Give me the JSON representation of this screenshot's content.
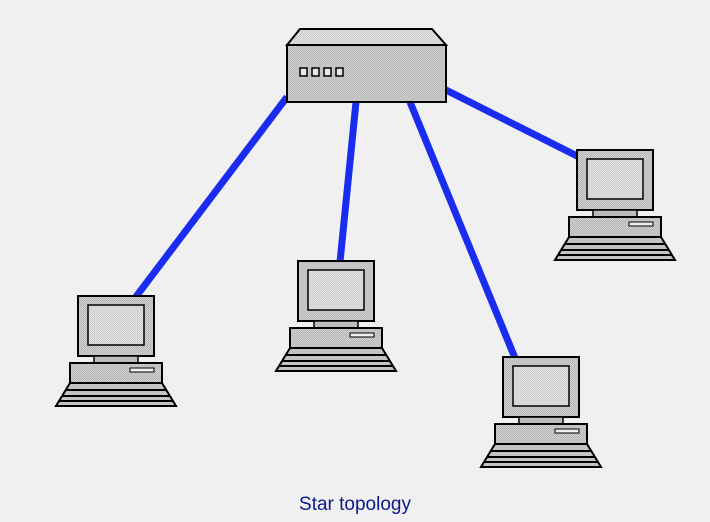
{
  "caption": "Star topology",
  "colors": {
    "background": "#f0f0f0",
    "cable": "#1a2cf0",
    "device_fill": "#c8c8c8",
    "device_stroke": "#000000",
    "screen": "#d6d6d6",
    "caption_text": "#0b1a8a"
  },
  "hub": {
    "name": "hub",
    "ports": 4
  },
  "computers": [
    {
      "name": "computer-1"
    },
    {
      "name": "computer-2"
    },
    {
      "name": "computer-3"
    },
    {
      "name": "computer-4"
    }
  ]
}
